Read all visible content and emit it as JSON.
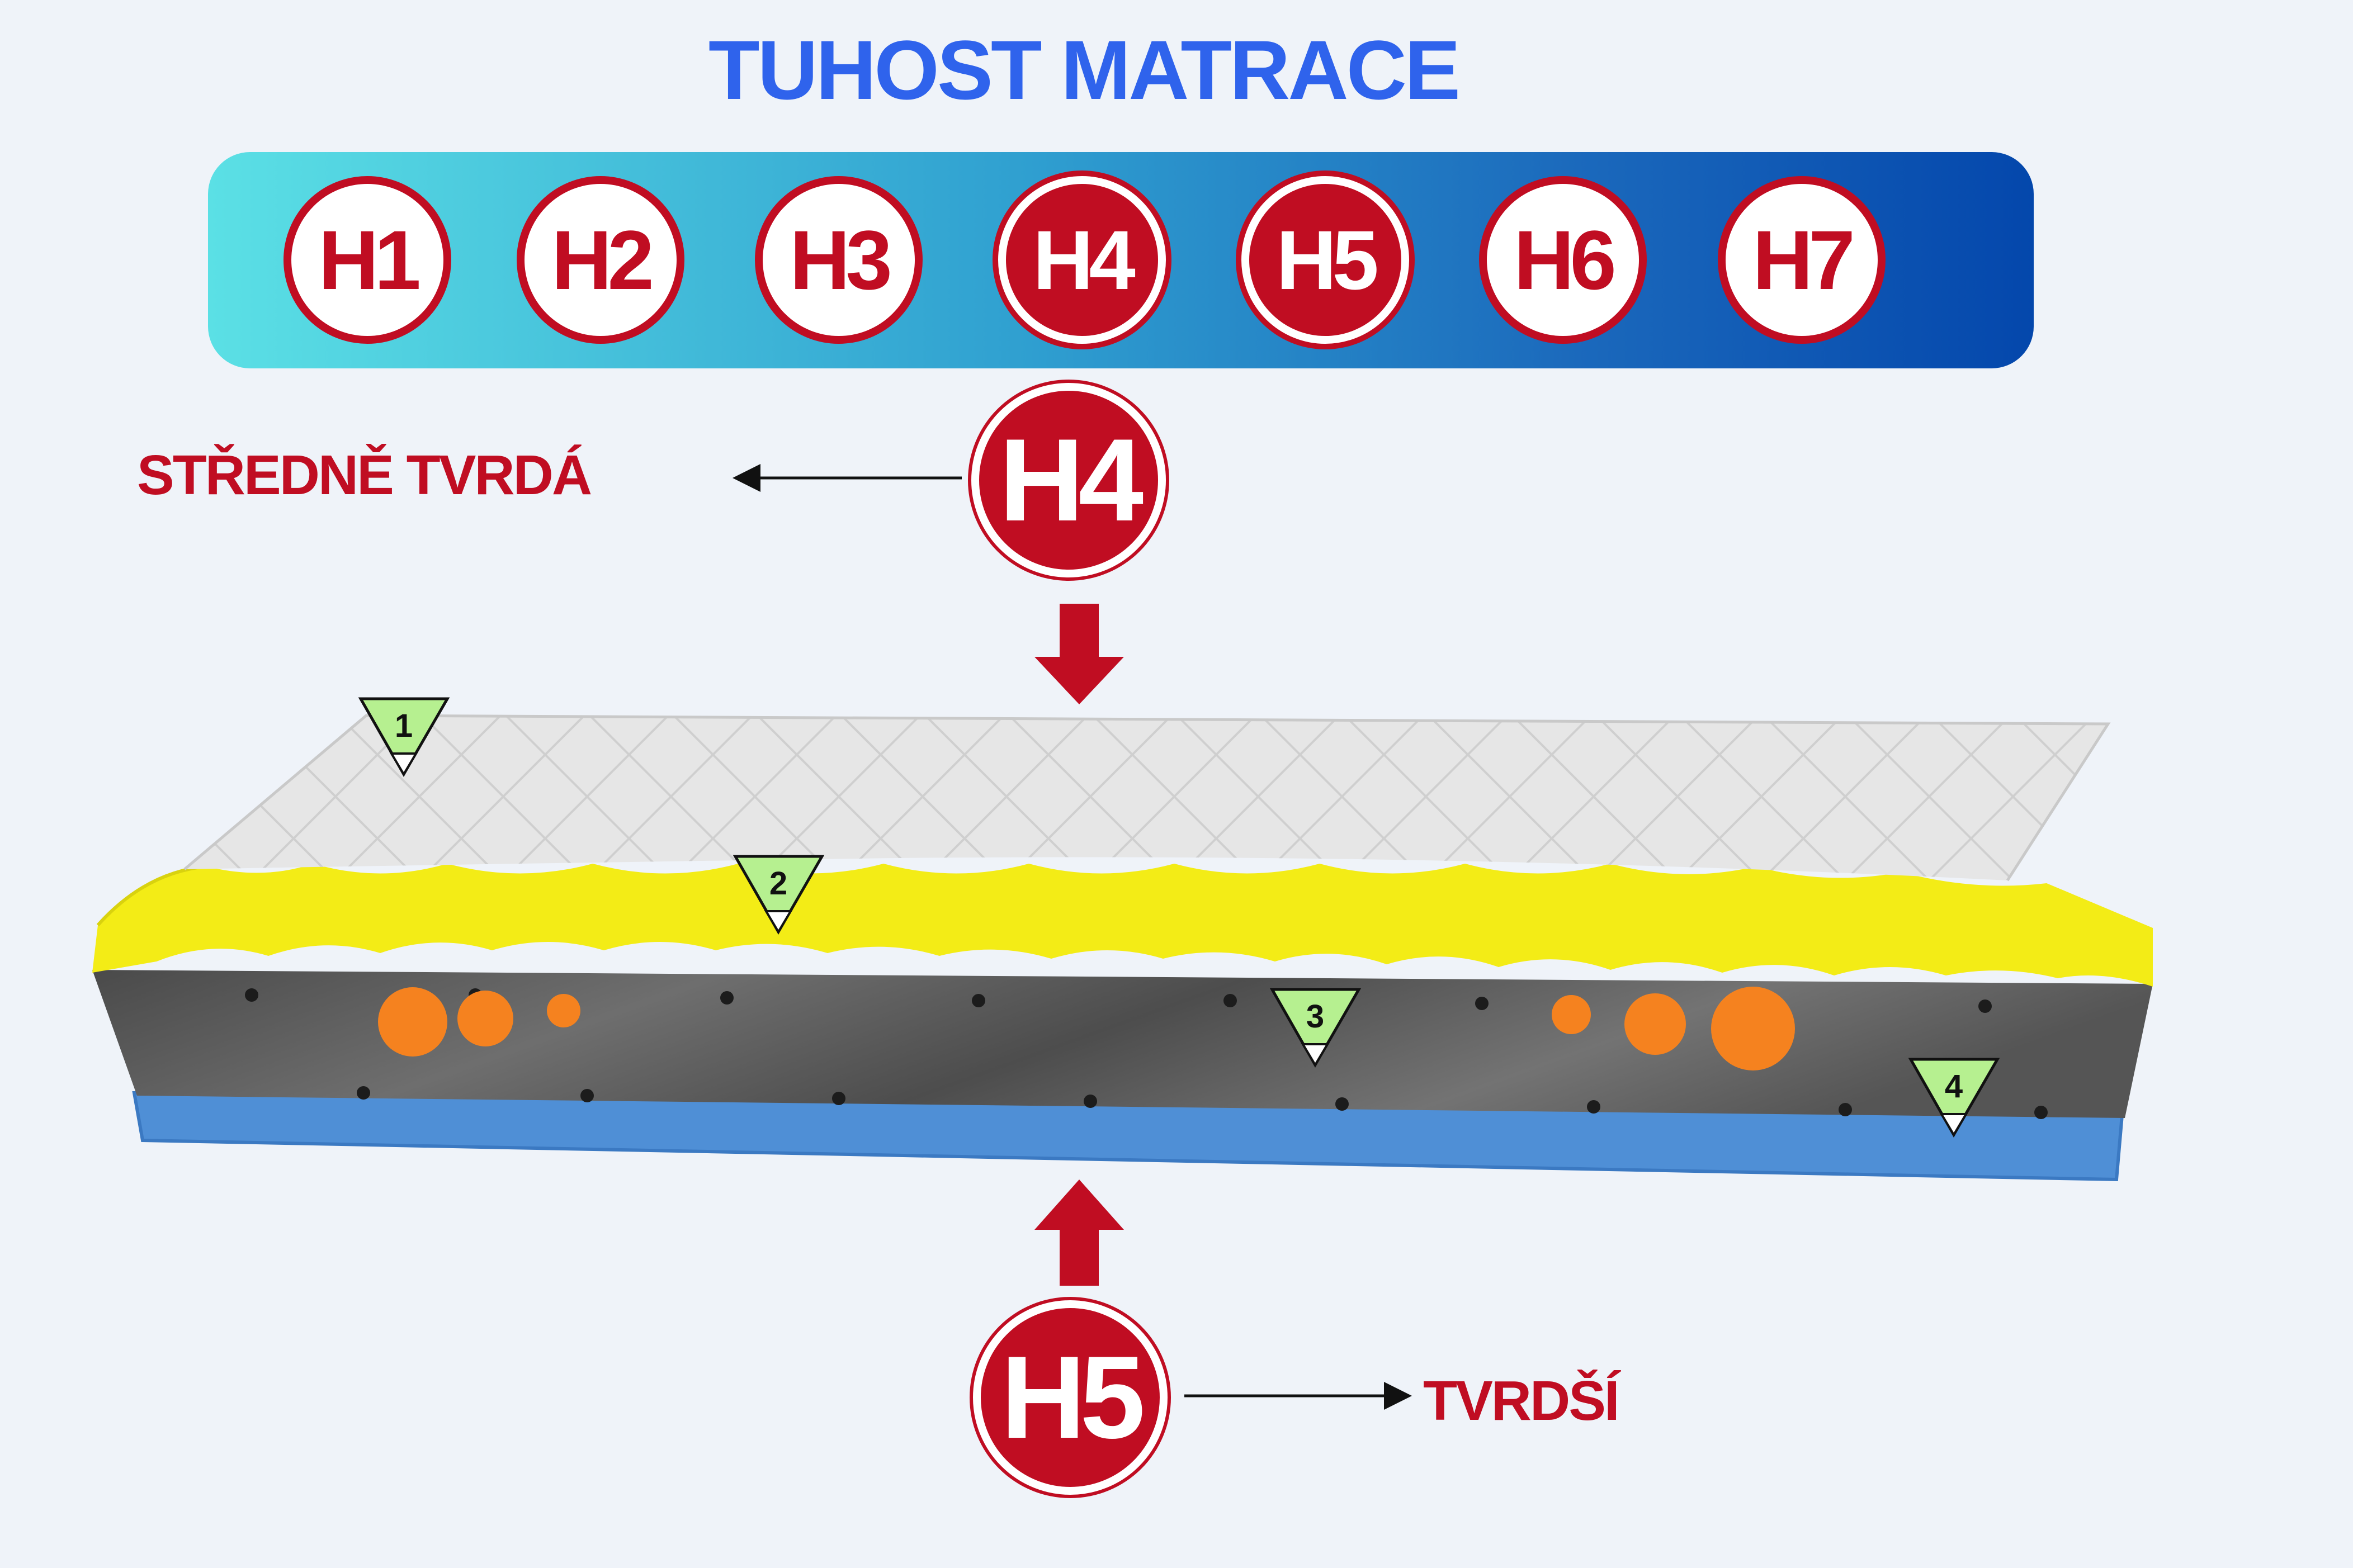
{
  "title": "TUHOST MATRACE",
  "scale": {
    "chips": [
      {
        "label": "H1",
        "selected": false
      },
      {
        "label": "H2",
        "selected": false
      },
      {
        "label": "H3",
        "selected": false
      },
      {
        "label": "H4",
        "selected": true
      },
      {
        "label": "H5",
        "selected": true
      },
      {
        "label": "H6",
        "selected": false
      },
      {
        "label": "H7",
        "selected": false
      }
    ]
  },
  "top_side": {
    "badge": "H4",
    "label": "STŘEDNĚ TVRDÁ"
  },
  "bottom_side": {
    "badge": "H5",
    "label": "TVRDŠÍ"
  },
  "layer_markers": [
    "1",
    "2",
    "3",
    "4"
  ],
  "colors": {
    "title": "#2f63ec",
    "accent_red": "#c00d22",
    "bar_start": "#5be0e5",
    "bar_end": "#0447ac",
    "cover": "#e6e6e6",
    "comfort_foam": "#f3ec16",
    "core_foam": "#5f5f5f",
    "base_foam": "#4f8fd6",
    "insert": "#f5821f",
    "marker": "#b6f090"
  }
}
